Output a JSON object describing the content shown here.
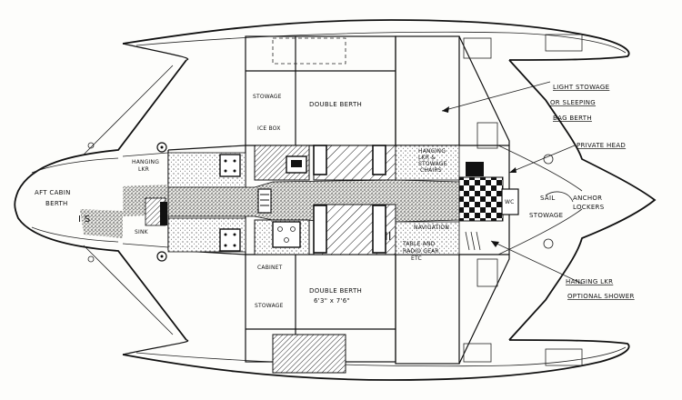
{
  "labels": {
    "aft_cabin_berth_1": "AFT CABIN",
    "aft_cabin_berth_2": "BERTH",
    "aft_mark": "I S",
    "hanging_lkr_aft": "HANGING",
    "hanging_lkr_aft_2": "LKR",
    "sink_aft": "SINK",
    "stowage_top": "STOWAGE",
    "ice_box": "ICE BOX",
    "double_berth_top": "DOUBLE BERTH",
    "hanging_lkr_fwd_1": "HANGING",
    "hanging_lkr_fwd_2": "LKR &",
    "hanging_lkr_fwd_3": "STOWAGE",
    "hanging_lkr_fwd_4": "CHAIRS",
    "nav_area": "NAVIGATION",
    "table_chart_1": "TABLE AND",
    "table_chart_2": "RADIO GEAR",
    "table_chart_3": "ETC",
    "roman_two": "II",
    "cabinet": "CABINET",
    "stowage_bottom": "STOWAGE",
    "double_berth_bottom_1": "DOUBLE BERTH",
    "double_berth_bottom_2": "6'3\" x 7'6\"",
    "wc": "WC",
    "sail_stowage_1": "SAIL",
    "sail_stowage_2": "STOWAGE",
    "anchor_lockers_1": "ANCHOR",
    "anchor_lockers_2": "LOCKERS"
  },
  "callouts": {
    "light_stowage_1": "LIGHT STOWAGE",
    "light_stowage_2": "OR SLEEPING",
    "light_stowage_3": "BAG BERTH",
    "private_head": "PRIVATE HEAD",
    "hanging_lkr_1": "HANGING LKR",
    "hanging_lkr_2": "OPTIONAL SHOWER"
  },
  "colors": {
    "ink": "#111111",
    "paper": "#fdfdfb"
  }
}
